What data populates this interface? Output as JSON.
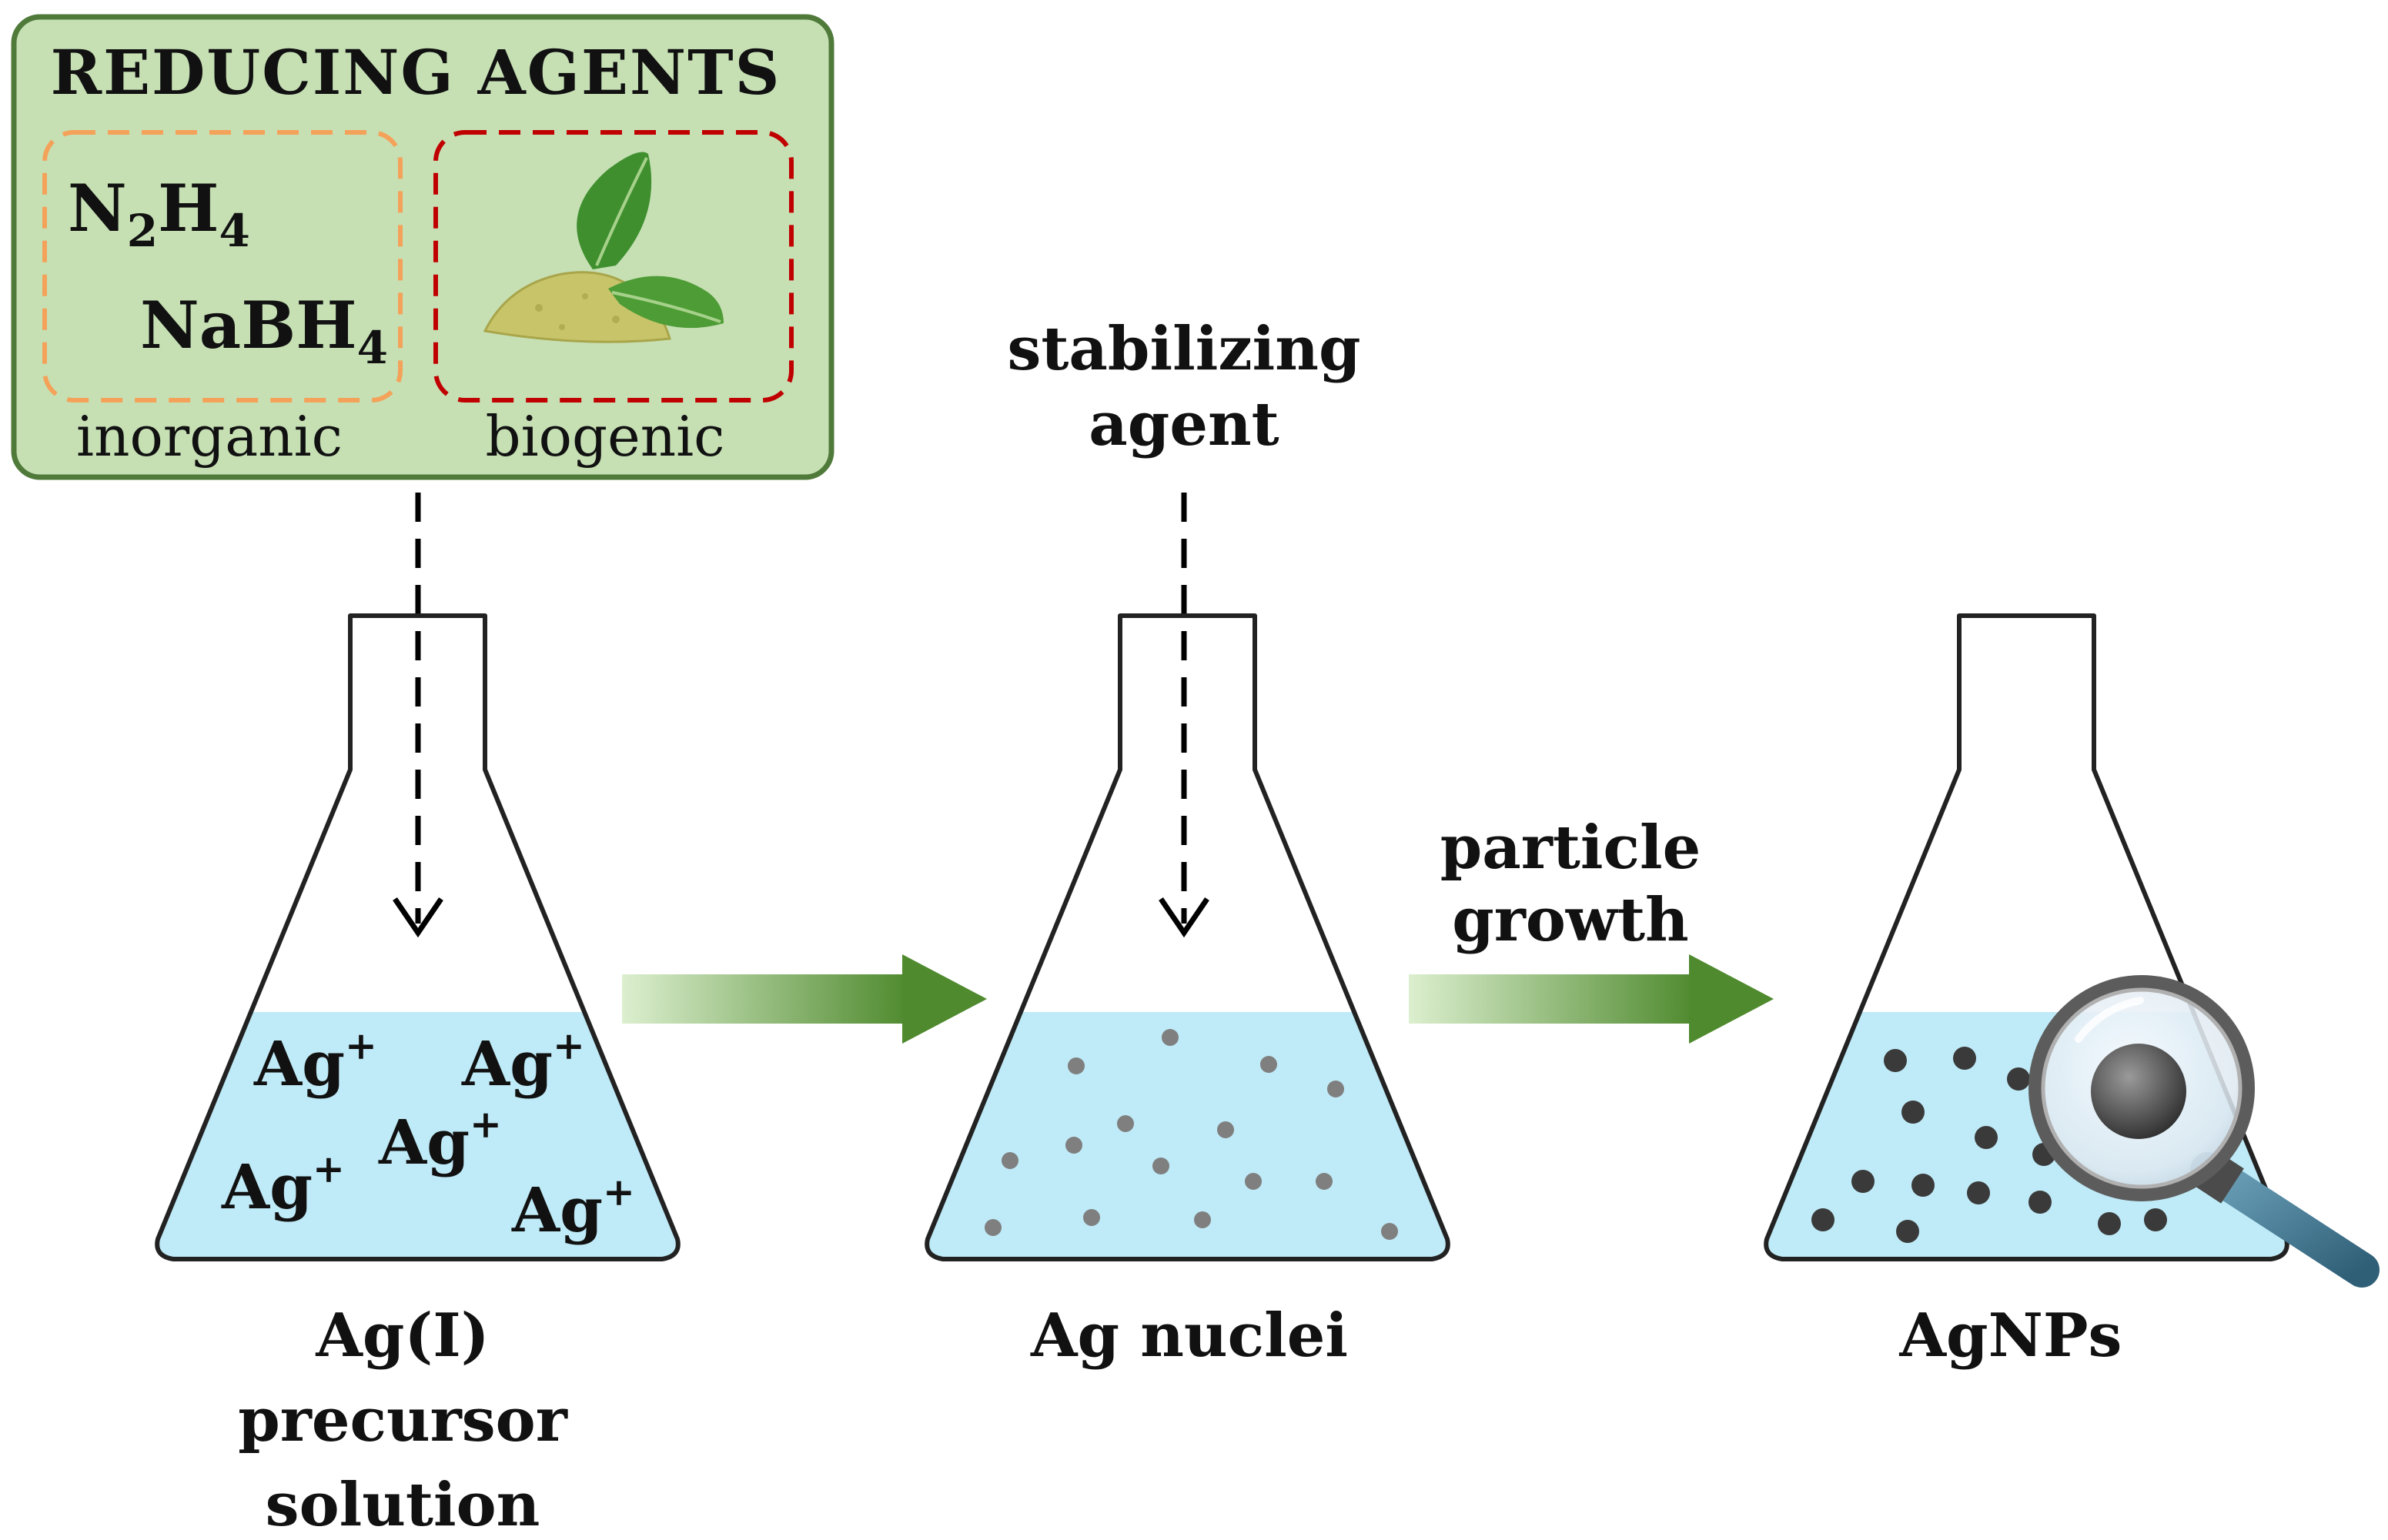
{
  "reducing_box": {
    "title": "REDUCING AGENTS",
    "inorganic": {
      "caption": "inorganic",
      "hydrazine": {
        "main1": "N",
        "sub1": "2",
        "main2": "H",
        "sub2": "4"
      },
      "borohydride": {
        "main": "NaBH",
        "sub": "4"
      }
    },
    "biogenic": {
      "caption": "biogenic",
      "icon": "leaf-powder-icon"
    }
  },
  "stabilizing_label": {
    "line1": "stabilizing",
    "line2": "agent"
  },
  "growth_label": {
    "line1": "particle",
    "line2": "growth"
  },
  "flask1": {
    "ion_text": "Ag",
    "ion_charge": "+",
    "caption": {
      "line1": "Ag(I)",
      "line2": "precursor",
      "line3": "solution"
    }
  },
  "flask2": {
    "caption": "Ag nuclei"
  },
  "flask3": {
    "caption": "AgNPs",
    "icon": "magnifier-icon"
  },
  "colors": {
    "box_fill": "#c6e0b4",
    "box_border": "#4f7a3a",
    "inorganic_dash": "#f4a259",
    "biogenic_dash": "#c00000",
    "liquid": "#bfeaf7",
    "arrow_green": "#4f8a2e",
    "nuclei": "#7f7f7f",
    "particles": "#3a3a3a"
  }
}
